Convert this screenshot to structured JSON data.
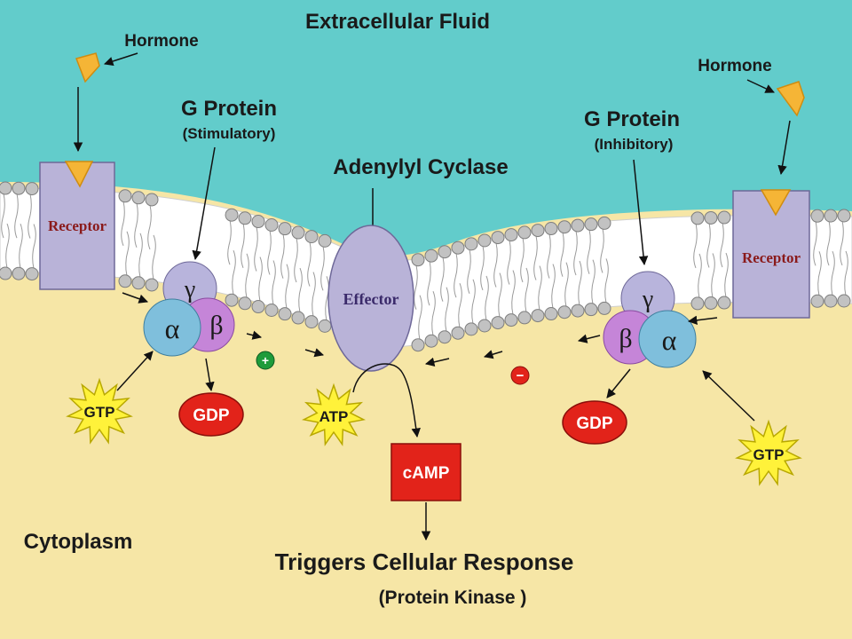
{
  "regions": {
    "extracellular": "Extracellular Fluid",
    "cytoplasm": "Cytoplasm"
  },
  "left": {
    "hormone": "Hormone",
    "receptor": "Receptor",
    "gprotein_title": "G Protein",
    "gprotein_sub": "(Stimulatory)",
    "gamma": "γ",
    "alpha": "α",
    "beta": "β",
    "gtp": "GTP",
    "gdp": "GDP",
    "sign": "+"
  },
  "center": {
    "enzyme": "Adenylyl Cyclase",
    "effector": "Effector",
    "atp": "ATP",
    "camp": "cAMP",
    "response": "Triggers Cellular Response",
    "response_sub": "(Protein Kinase )"
  },
  "right": {
    "hormone": "Hormone",
    "receptor": "Receptor",
    "gprotein_title": "G Protein",
    "gprotein_sub": "(Inhibitory)",
    "gamma": "γ",
    "alpha": "α",
    "beta": "β",
    "gtp": "GTP",
    "gdp": "GDP",
    "sign": "−"
  },
  "colors": {
    "extracellular": "#62cccb",
    "cytoplasm": "#f6e6a6",
    "receptor": "#b9b3d8",
    "hormone": "#f5b536",
    "alpha": "#7fbfdc",
    "beta": "#c585d8",
    "gamma": "#b8b4dc",
    "gdp": "#e2231a",
    "gtp": "#fff23a",
    "camp": "#e2231a",
    "plus": "#1e9b3a",
    "minus": "#e2231a"
  }
}
